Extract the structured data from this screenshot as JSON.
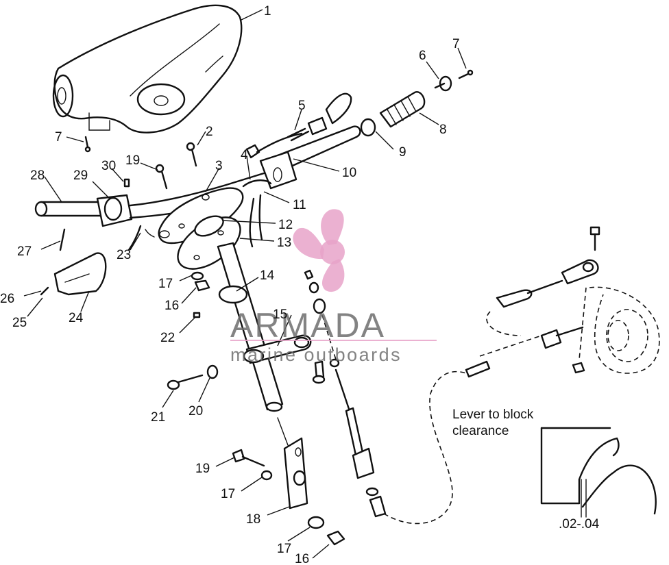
{
  "callouts": [
    {
      "id": "c1",
      "text": "1"
    },
    {
      "id": "c2",
      "text": "2"
    },
    {
      "id": "c3",
      "text": "3"
    },
    {
      "id": "c4",
      "text": "4"
    },
    {
      "id": "c5",
      "text": "5"
    },
    {
      "id": "c6",
      "text": "6"
    },
    {
      "id": "c7a",
      "text": "7"
    },
    {
      "id": "c7b",
      "text": "7"
    },
    {
      "id": "c8",
      "text": "8"
    },
    {
      "id": "c9",
      "text": "9"
    },
    {
      "id": "c10",
      "text": "10"
    },
    {
      "id": "c11",
      "text": "11"
    },
    {
      "id": "c12",
      "text": "12"
    },
    {
      "id": "c13",
      "text": "13"
    },
    {
      "id": "c14",
      "text": "14"
    },
    {
      "id": "c15",
      "text": "15"
    },
    {
      "id": "c16a",
      "text": "16"
    },
    {
      "id": "c16b",
      "text": "16"
    },
    {
      "id": "c17a",
      "text": "17"
    },
    {
      "id": "c17b",
      "text": "17"
    },
    {
      "id": "c17c",
      "text": "17"
    },
    {
      "id": "c18",
      "text": "18"
    },
    {
      "id": "c19a",
      "text": "19"
    },
    {
      "id": "c19b",
      "text": "19"
    },
    {
      "id": "c20",
      "text": "20"
    },
    {
      "id": "c21",
      "text": "21"
    },
    {
      "id": "c22",
      "text": "22"
    },
    {
      "id": "c23",
      "text": "23"
    },
    {
      "id": "c24",
      "text": "24"
    },
    {
      "id": "c25",
      "text": "25"
    },
    {
      "id": "c26",
      "text": "26"
    },
    {
      "id": "c27",
      "text": "27"
    },
    {
      "id": "c28",
      "text": "28"
    },
    {
      "id": "c29",
      "text": "29"
    },
    {
      "id": "c30",
      "text": "30"
    }
  ],
  "note": {
    "line1": "Lever to block",
    "line2": "clearance"
  },
  "detail": {
    "dimension": ".02-.04"
  },
  "watermark": {
    "brand": "ARMADA",
    "tagline": "marine outboards",
    "logo_icon": "propeller-icon",
    "logo_color": "#e8a3c9",
    "text_color": "#6d6d6d"
  }
}
